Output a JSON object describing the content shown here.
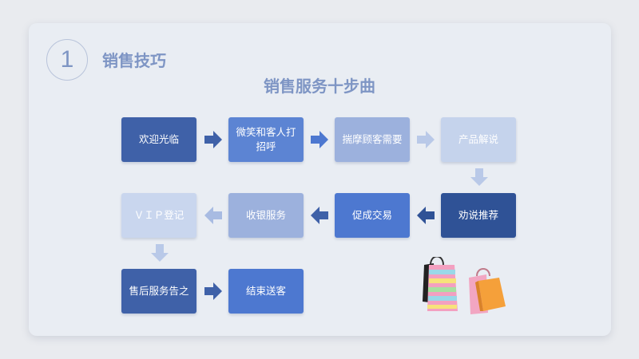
{
  "section": {
    "number": "1",
    "heading": "销售技巧"
  },
  "title": "销售服务十步曲",
  "steps": [
    "欢迎光临",
    "微笑和客人打招呼",
    "揣摩顾客需要",
    "产品解说",
    "劝说推荐",
    "促成交易",
    "收银服务",
    "ＶＩＰ登记",
    "售后服务告之",
    "结束送客"
  ],
  "colors": {
    "accent": "#7e95c4",
    "arrow_dark": "#3f61a8",
    "arrow_light": "#b9c9e8"
  },
  "decoration": "shopping-bags-icon"
}
